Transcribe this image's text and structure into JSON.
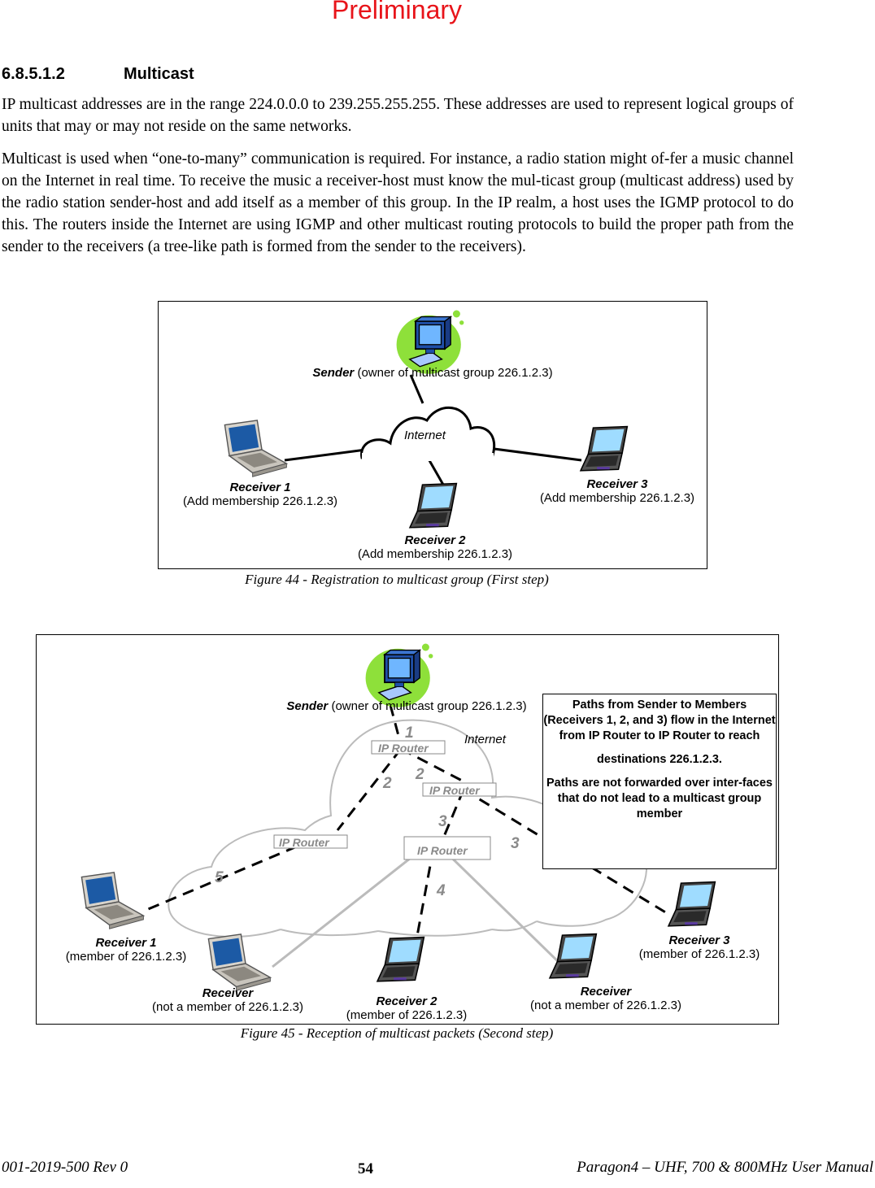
{
  "header": {
    "watermark": "Preliminary"
  },
  "section": {
    "number": "6.8.5.1.2",
    "title": "Multicast"
  },
  "paragraphs": [
    "IP multicast addresses are in the range 224.0.0.0 to 239.255.255.255. These addresses are used to represent logical groups of units that may or may not reside on the same networks.",
    "Multicast is used when “one-to-many” communication is required. For instance, a radio station might of-fer a music channel on the Internet in real time. To receive the music a receiver-host must know the mul-ticast group (multicast address) used by the radio station sender-host and add itself as a member of this group. In the IP realm, a host uses the IGMP protocol to do this. The routers inside the Internet are using IGMP and other multicast routing protocols to build the proper path from the sender to the receivers (a tree-like path is formed from the sender to the receivers)."
  ],
  "figure44": {
    "sender_bold": "Sender",
    "sender_rest": " (owner of multicast group 226.1.2.3)",
    "internet": "Internet",
    "r1_name": "Receiver 1",
    "r1_desc": "(Add membership 226.1.2.3)",
    "r2_name": "Receiver 2",
    "r2_desc": "(Add membership 226.1.2.3)",
    "r3_name": "Receiver 3",
    "r3_desc": "(Add membership 226.1.2.3)",
    "caption": "Figure 44 - Registration to multicast group (First step)"
  },
  "figure45": {
    "sender_bold": "Sender",
    "sender_rest": " (owner of multicast group 226.1.2.3)",
    "internet": "Internet",
    "router_label": "IP Router",
    "steps": [
      "1",
      "2",
      "2",
      "3",
      "3",
      "4",
      "5"
    ],
    "info_1": "Paths from Sender to Members (Receivers 1, 2, and 3) flow in the Internet from IP Router to IP Router to reach",
    "info_2": "destinations 226.1.2.3.",
    "info_3": "Paths are not forwarded over inter-faces that do not lead to a multicast group member",
    "r1_name": "Receiver 1",
    "r1_desc": "(member of 226.1.2.3)",
    "r2_name": "Receiver 2",
    "r2_desc": "(member of 226.1.2.3)",
    "r3_name": "Receiver 3",
    "r3_desc": "(member of 226.1.2.3)",
    "rx_a_name": "Receiver",
    "rx_a_desc": "(not a member of 226.1.2.3)",
    "rx_b_name": "Receiver",
    "rx_b_desc": "(not a member of 226.1.2.3)",
    "caption": "Figure 45 - Reception of multicast packets (Second step)"
  },
  "footer": {
    "doc_id": "001-2019-500 Rev 0",
    "page": "54",
    "manual": "Paragon4 – UHF, 700  & 800MHz User Manual"
  }
}
